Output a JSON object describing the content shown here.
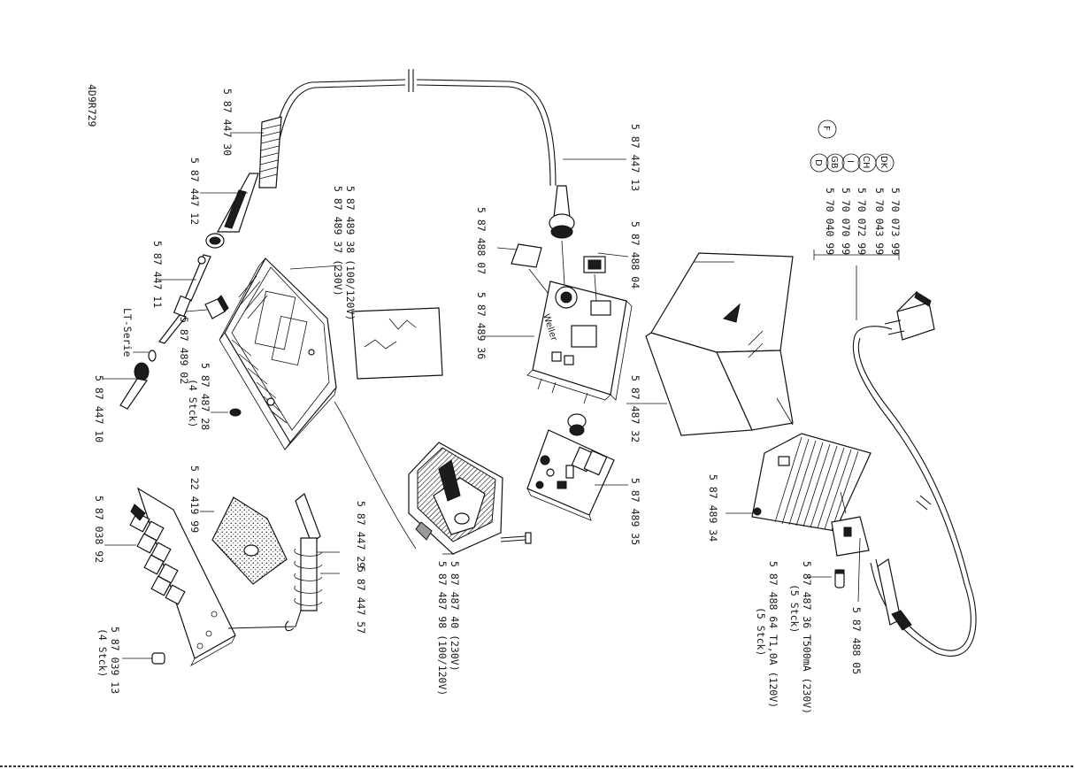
{
  "drawing_id": "4D9R729",
  "labels": {
    "p_444730": "5 87 447 30",
    "p_444712": "5 87 447 12",
    "p_444711": "5 87 447 11",
    "p_lt_serie": "LT-Serie",
    "p_444710": "5 87 447 10",
    "p_448937": "5 87 489 37 (230V)",
    "p_448938": "5 87 489 38 (100/120V)",
    "p_448902": "5 87 489 02",
    "p_448728": "5 87 487 28",
    "p_448728_qty": "(4 Stck)",
    "p_524199": "5 22 419 99",
    "p_703892": "5 87 038 92",
    "p_703913": "5 87 039 13",
    "p_703913_qty": "(4 Stck)",
    "p_444729": "5 87 447 29",
    "p_444757": "5 87 447 57",
    "p_448740": "5 87 487 40  (230V)",
    "p_448798": "5 87 487 98  (100/120V)",
    "p_448807": "5 87 488 07",
    "p_448936": "5 87 489 36",
    "p_444713": "5 87 447 13",
    "p_448804": "5 87 488 04",
    "p_448732": "5 87 487 32",
    "p_448935": "5 87 489 35",
    "p_448934": "5 87 489 34",
    "p_448736": "5 87 487 36  T500mA  (230V)",
    "p_448736_qty": "(5 Stck)",
    "p_448864": "5 87 488 64  T1,0A  (120V)",
    "p_448864_qty": "(5 Stck)",
    "p_448805": "5 87 488 05"
  },
  "cords": [
    {
      "code": "DK",
      "part": "5 70 073 99"
    },
    {
      "code": "CH",
      "part": "5 70 043 99"
    },
    {
      "code": "I",
      "part": "5 70 072 99"
    },
    {
      "code": "GB",
      "part": "5 70 070 99"
    },
    {
      "code": "D",
      "part": "5 70 040 99"
    },
    {
      "code": "F",
      "part": ""
    }
  ],
  "brand_mark": "Weller"
}
